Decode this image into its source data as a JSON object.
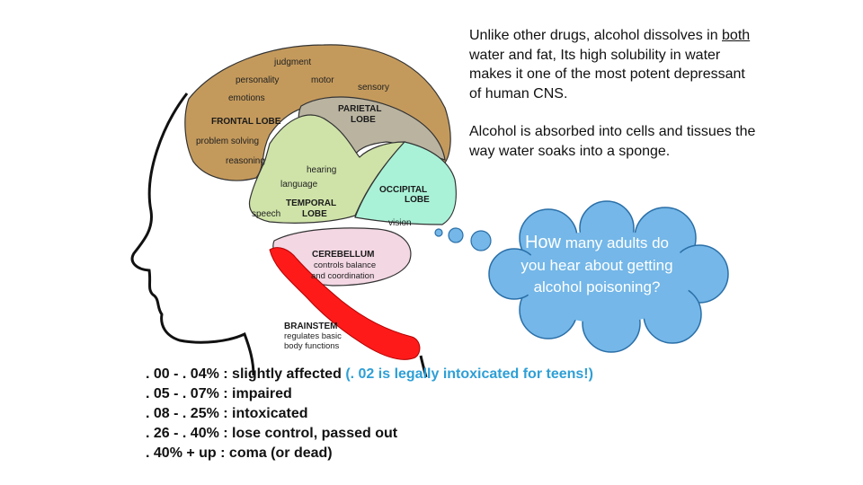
{
  "brain_labels": {
    "judgment": "judgment",
    "personality": "personality",
    "motor": "motor",
    "emotions": "emotions",
    "sensory": "sensory",
    "frontal_lobe": "FRONTAL LOBE",
    "parietal_1": "PARIETAL",
    "parietal_2": "LOBE",
    "problem_solving": "problem solving",
    "reasoning": "reasoning",
    "hearing": "hearing",
    "language": "language",
    "occipital_1": "OCCIPITAL",
    "occipital_2": "LOBE",
    "temporal_1": "TEMPORAL",
    "temporal_2": "LOBE",
    "speech": "speech",
    "vision": "vision",
    "cerebellum_1": "CEREBELLUM",
    "cerebellum_2": "controls balance",
    "cerebellum_3": "and coordination",
    "brainstem_1": "BRAINSTEM",
    "brainstem_2": "regulates basic",
    "brainstem_3": "body functions"
  },
  "paragraph1": {
    "pre": "Unlike other drugs, alcohol dissolves in ",
    "underlined": "both",
    "post": " water and fat, Its high solubility in water makes it one of the most potent depressant of human CNS."
  },
  "paragraph2": "Alcohol is absorbed into cells and tissues the way water soaks into a sponge.",
  "thought_bubble": {
    "lead": "How",
    "rest": " many adults do you hear about getting alcohol poisoning?"
  },
  "bac_levels": [
    {
      "range": ". 00 - . 04%",
      "effect": "slightly affected",
      "note": "(. 02 is legally intoxicated for teens!)"
    },
    {
      "range": ". 05 - . 07%",
      "effect": "impaired"
    },
    {
      "range": ". 08 - . 25%",
      "effect": "intoxicated"
    },
    {
      "range": ". 26 - . 40%",
      "effect": "lose control, passed out"
    },
    {
      "range": ". 40% + up",
      "effect": "coma (or dead)"
    }
  ],
  "colors": {
    "frontal_lobe": "#c49a5c",
    "parietal_lobe": "#b9b3a0",
    "temporal_lobe": "#cfe3a8",
    "occipital_lobe": "#a9f2d8",
    "cerebellum": "#f3d7e3",
    "brainstem": "#ff1a1a",
    "thought_bubble": "#74b7e8",
    "bac_highlight": "#2e9fd6"
  }
}
